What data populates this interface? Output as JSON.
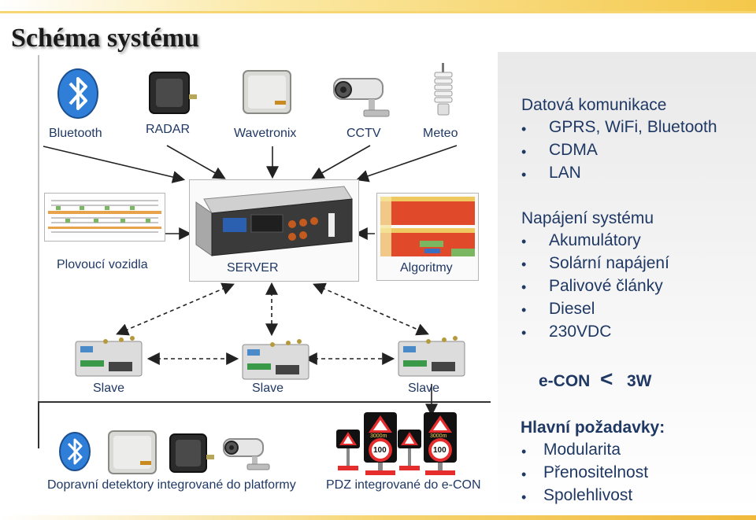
{
  "title": "Schéma systému",
  "sensors": [
    {
      "label": "Bluetooth",
      "icon": "bluetooth-icon"
    },
    {
      "label": "RADAR",
      "icon": "radar-icon"
    },
    {
      "label": "Wavetronix",
      "icon": "wavetronix-icon"
    },
    {
      "label": "CCTV",
      "icon": "cctv-camera-icon"
    },
    {
      "label": "Meteo",
      "icon": "meteo-station-icon"
    }
  ],
  "middle": {
    "floating_label": "Plovoucí vozidla",
    "server_label": "SERVER",
    "algorithm_label": "Algoritmy"
  },
  "slaves": [
    "Slave",
    "Slave",
    "Slave"
  ],
  "bottom": {
    "detectors_label": "Dopravní detektory integrované do platformy",
    "pdz_label": "PDZ integrované do e-CON",
    "sign_texts": [
      "3000m",
      "100"
    ]
  },
  "right": {
    "comm_title": "Datová komunikace",
    "comm_items": [
      "GPRS, WiFi, Bluetooth",
      "CDMA",
      "LAN"
    ],
    "power_title": "Napájení systému",
    "power_items": [
      "Akumulátory",
      "Solární napájení",
      "Palivové články",
      "Diesel",
      "230VDC"
    ],
    "econ_left": "e-CON",
    "econ_op": "<",
    "econ_right": "3W",
    "req_title": "Hlavní požadavky:",
    "req_items": [
      "Modularita",
      "Přenositelnost",
      "Spolehlivost"
    ]
  },
  "colors": {
    "text": "#1f3864",
    "accent": "#f4c84a",
    "bluetooth": "#2f7fd8"
  }
}
